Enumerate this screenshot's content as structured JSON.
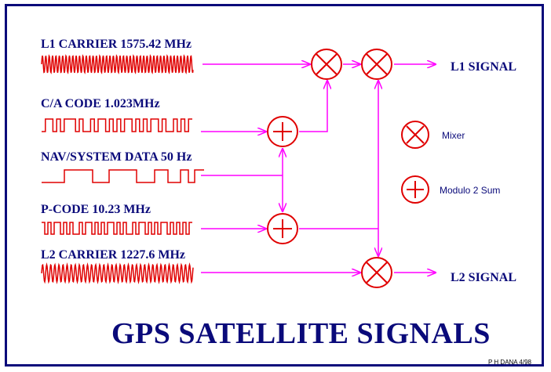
{
  "inputs": {
    "l1_carrier": "L1 CARRIER 1575.42 MHz",
    "ca_code": "C/A CODE 1.023MHz",
    "nav_data": "NAV/SYSTEM DATA 50 Hz",
    "p_code": "P-CODE 10.23 MHz",
    "l2_carrier": "L2 CARRIER 1227.6 MHz"
  },
  "outputs": {
    "l1_signal": "L1 SIGNAL",
    "l2_signal": "L2 SIGNAL"
  },
  "legend": {
    "mixer": "Mixer",
    "modulo2": "Modulo 2 Sum"
  },
  "title": "GPS SATELLITE SIGNALS",
  "credit": "P H DANA 4/98",
  "colors": {
    "frame": "#0a0a7a",
    "label": "#0a0a7a",
    "wave": "#e00000",
    "line": "#ff00ff"
  }
}
